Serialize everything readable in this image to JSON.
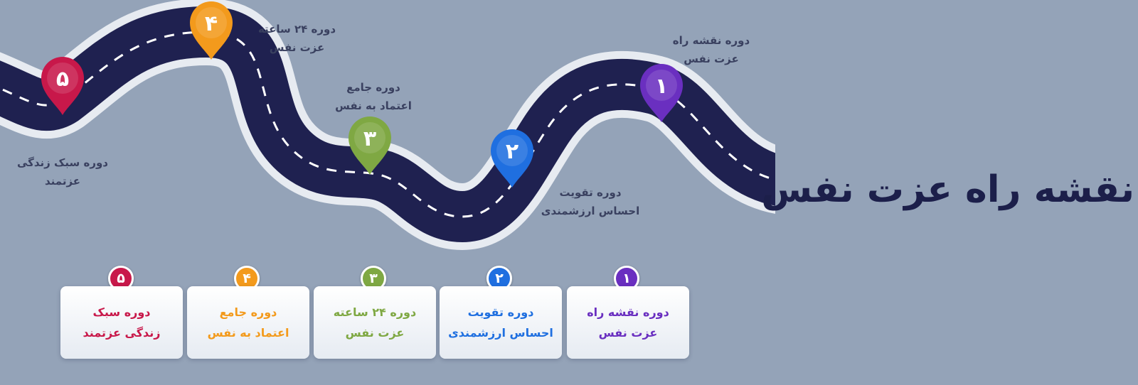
{
  "title": "نقشه راه عزت نفس",
  "colors": {
    "background": "#94a3b8",
    "road": "#1f2150",
    "road_border": "#e7ebf1",
    "dash": "#ffffff",
    "title": "#1c1f4a"
  },
  "steps": [
    {
      "number": "۱",
      "color": "#6a2fc0",
      "road_label": [
        "دوره نقشه راه",
        "عزت نفس"
      ],
      "card_title": "دوره نقشه راه",
      "card_sub": "عزت نفس"
    },
    {
      "number": "۲",
      "color": "#1f6fe0",
      "road_label": [
        "دوره تقویت",
        "احساس ارزشمندی"
      ],
      "card_title": "دوره تقویت",
      "card_sub": "احساس ارزشمندی"
    },
    {
      "number": "۳",
      "color": "#7fa843",
      "road_label": [
        "دوره جامع",
        "اعتماد به نفس"
      ],
      "card_title": "دوره ۲۴ ساعته",
      "card_sub": "عزت نفس"
    },
    {
      "number": "۴",
      "color": "#f39a1c",
      "road_label": [
        "دوره ۲۴ ساعته",
        "عزت نفس"
      ],
      "card_title": "دوره جامع",
      "card_sub": "اعتماد به نفس"
    },
    {
      "number": "۵",
      "color": "#c8184a",
      "road_label": [
        "دوره سبک زندگی",
        "عزتمند"
      ],
      "card_title": "دوره سبک",
      "card_sub": "زندگی عزتمند"
    }
  ]
}
